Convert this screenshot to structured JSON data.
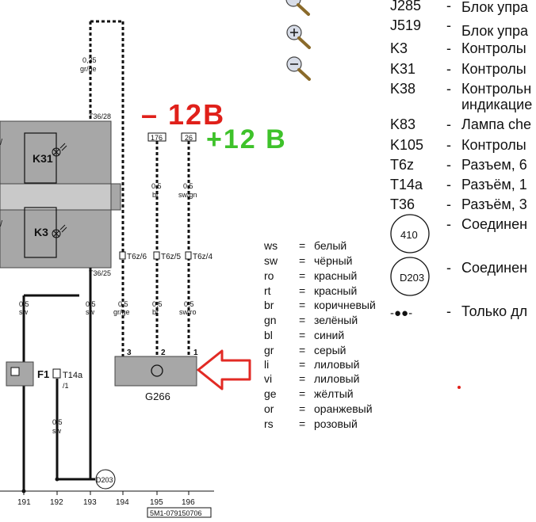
{
  "annotations": {
    "minus_label": "– 12B",
    "plus_label": "+12 B",
    "minus_color": "#e0201a",
    "plus_color": "#3ec22a"
  },
  "components": {
    "k31": "K31",
    "k3": "K3",
    "f1": "F1",
    "g266": "G266",
    "t14a": "T14a",
    "t14a_pin": "/1",
    "d203": "D203"
  },
  "connectors": {
    "t36_28": "T36/28",
    "t36_25": "T36/25",
    "t6z6": "T6z/6",
    "t6z5": "T6z/5",
    "t6z4": "T6z/4",
    "box176": "176",
    "box26": "26"
  },
  "wires": {
    "top": {
      "size": "0,35",
      "color": "gr/ge"
    },
    "br_top": {
      "size": "0,5",
      "color": "br"
    },
    "swgn_top": {
      "size": "0,5",
      "color": "sw/gn"
    },
    "w1": {
      "size": "0,5",
      "color": "sw"
    },
    "w2": {
      "size": "0,5",
      "color": "sw"
    },
    "w3": {
      "size": "0,5",
      "color": "gr/ge"
    },
    "w4": {
      "size": "0,5",
      "color": "br"
    },
    "w5": {
      "size": "0,5",
      "color": "sw/ro"
    },
    "w6": {
      "size": "0,5",
      "color": "sw"
    }
  },
  "pins": {
    "p3": "3",
    "p2": "2",
    "p1": "1"
  },
  "coords": [
    "191",
    "192",
    "193",
    "194",
    "195",
    "196"
  ],
  "doc_code": "5M1-079150706",
  "legend": [
    {
      "code": "J285",
      "text": "Блок упра"
    },
    {
      "code": "J519",
      "text": "Блок упра"
    },
    {
      "code": "K3",
      "text": "Контролы"
    },
    {
      "code": "K31",
      "text": "Контролы"
    },
    {
      "code": "K38",
      "text": "Контрольн"
    },
    {
      "code": "",
      "text": "индикацие"
    },
    {
      "code": "K83",
      "text": "Лампа che"
    },
    {
      "code": "K105",
      "text": "Контролы"
    },
    {
      "code": "T6z",
      "text": "Разъем, 6"
    },
    {
      "code": "T14a",
      "text": "Разъём, 1"
    },
    {
      "code": "T36",
      "text": "Разъём, 3"
    }
  ],
  "legend_symbols": [
    {
      "symbol": "410",
      "text": "Соединен"
    },
    {
      "symbol": "D203",
      "text": "Соединен"
    },
    {
      "symbol": "-●●-",
      "text": "Только дл"
    }
  ],
  "color_codes": [
    {
      "abbr": "ws",
      "name": "белый"
    },
    {
      "abbr": "sw",
      "name": "чёрный"
    },
    {
      "abbr": "ro",
      "name": "красный"
    },
    {
      "abbr": "rt",
      "name": "красный"
    },
    {
      "abbr": "br",
      "name": "коричневый"
    },
    {
      "abbr": "gn",
      "name": "зелёный"
    },
    {
      "abbr": "bl",
      "name": "синий"
    },
    {
      "abbr": "gr",
      "name": "серый"
    },
    {
      "abbr": "li",
      "name": "лиловый"
    },
    {
      "abbr": "vi",
      "name": "лиловый"
    },
    {
      "abbr": "ge",
      "name": "жёлтый"
    },
    {
      "abbr": "or",
      "name": "оранжевый"
    },
    {
      "abbr": "rs",
      "name": "розовый"
    }
  ]
}
